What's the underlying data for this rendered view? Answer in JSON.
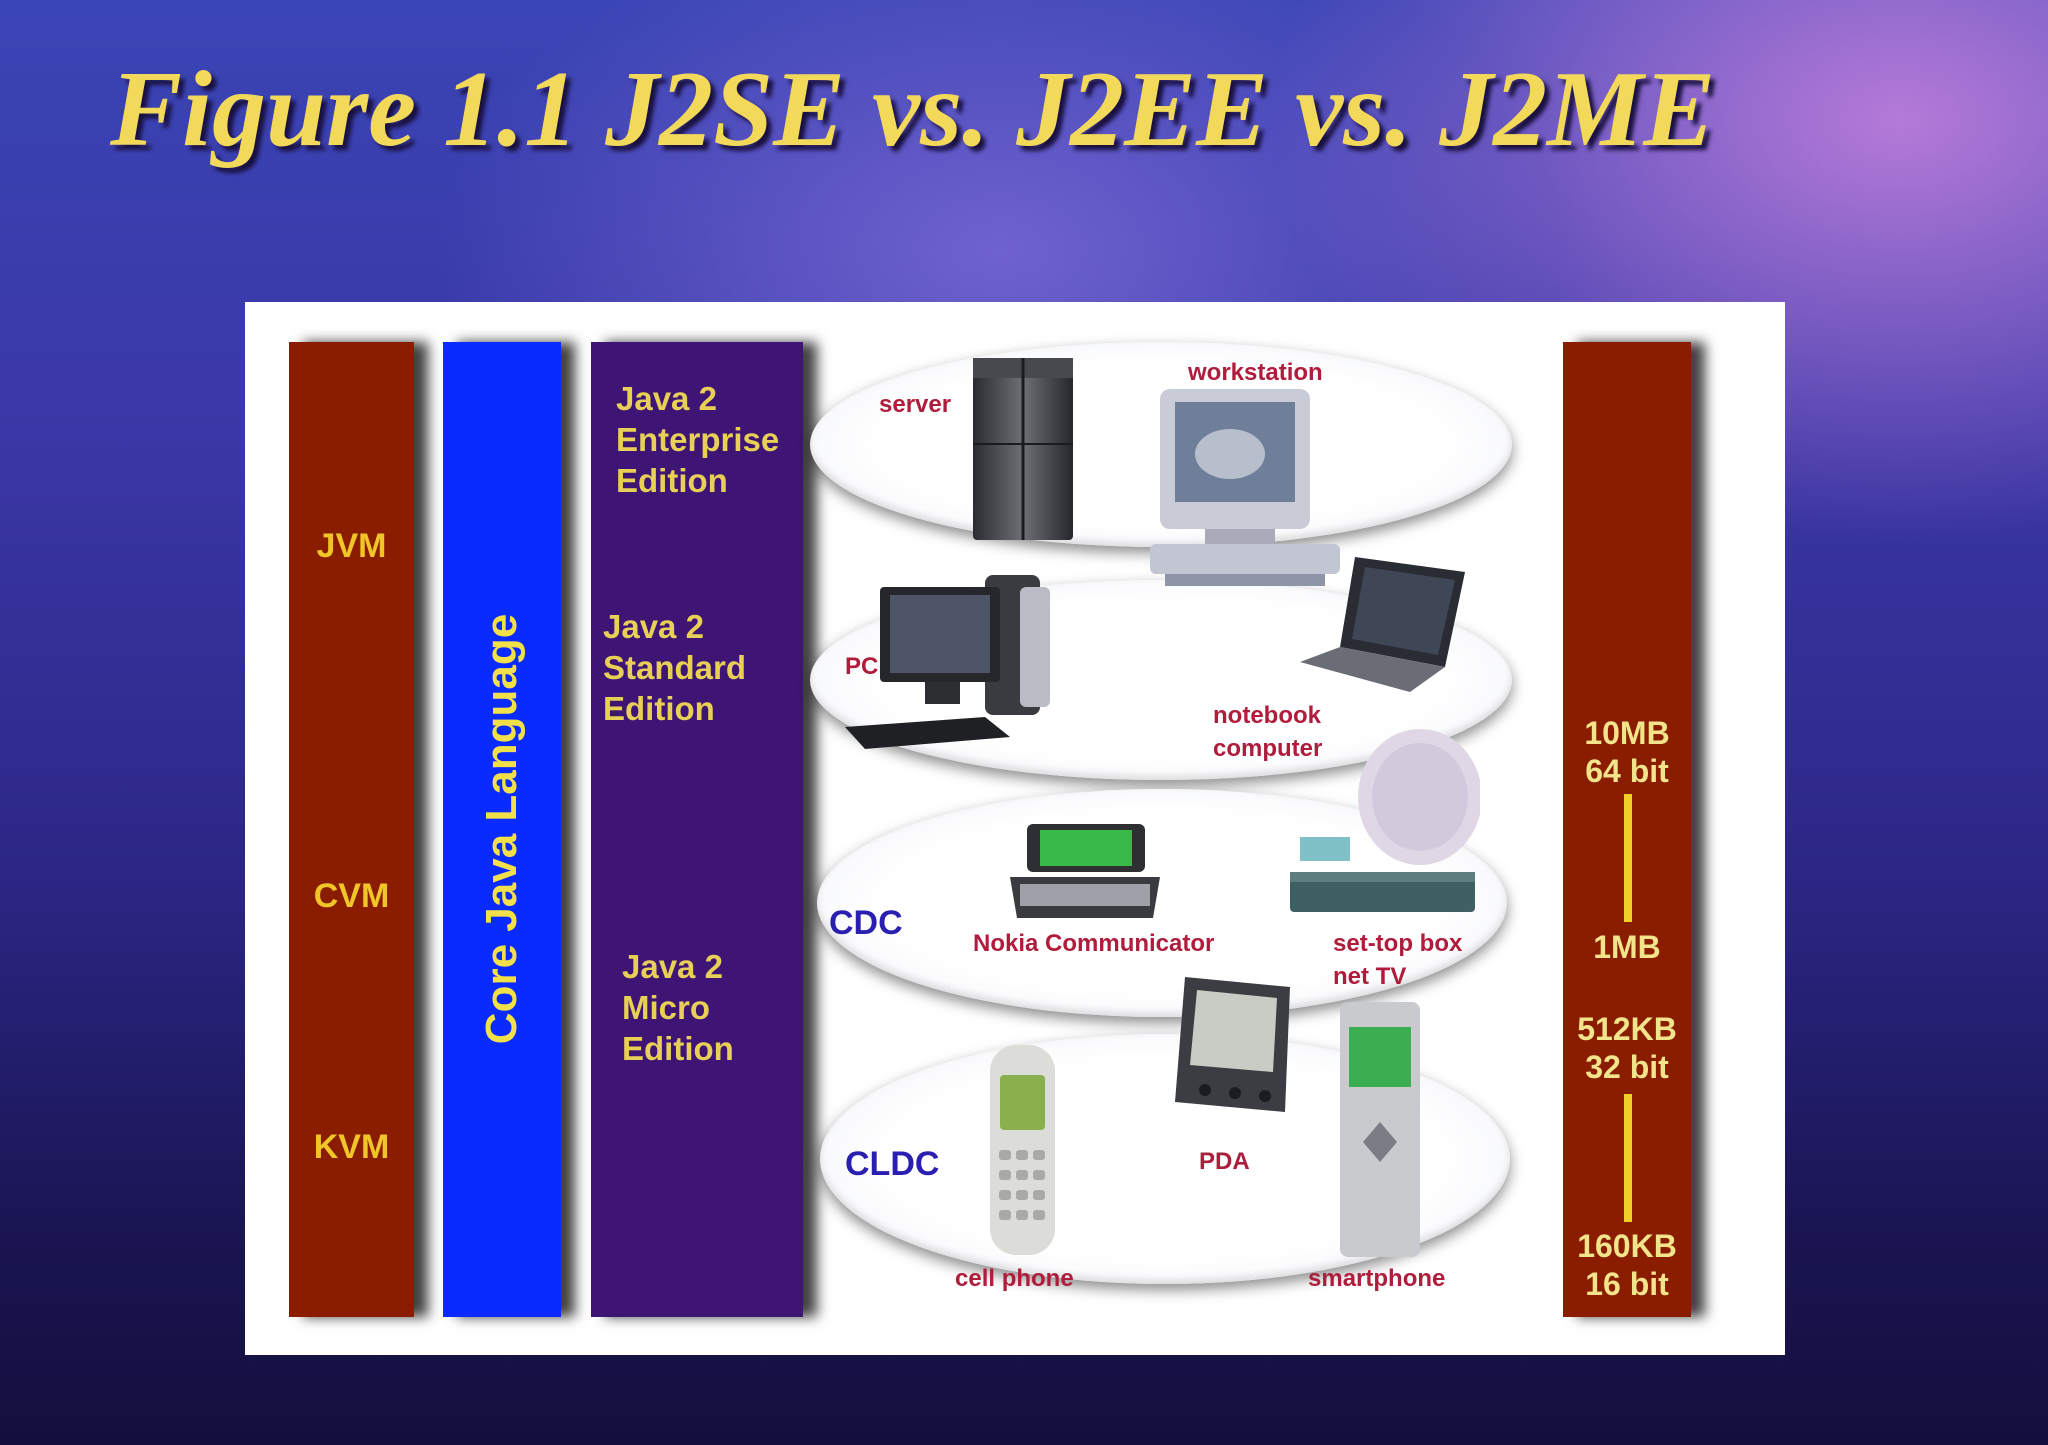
{
  "title": "Figure 1.1 J2SE vs. J2EE vs. J2ME",
  "vm_labels": [
    "JVM",
    "CVM",
    "KVM"
  ],
  "core_language": "Core Java Language",
  "editions": [
    "Java 2\nEnterprise\nEdition",
    "Java 2\nStandard\nEdition",
    "Java 2\nMicro\nEdition"
  ],
  "profiles": [
    "CDC",
    "CLDC"
  ],
  "devices": {
    "server": "server",
    "workstation": "workstation",
    "pc": "PC",
    "notebook": "notebook\ncomputer",
    "nokia": "Nokia Communicator",
    "settop": "set-top box\nnet TV",
    "pda": "PDA",
    "cellphone": "cell phone",
    "smartphone": "smartphone"
  },
  "memory": {
    "m10": "10MB\n64 bit",
    "m1": "1MB",
    "m512": "512KB\n32 bit",
    "m160": "160KB\n16 bit"
  },
  "colors": {
    "title": "#f3d95a",
    "vm_bar": "#8a1c00",
    "core_bar": "#0a2bff",
    "edition_bar": "#3e1575",
    "device_label": "#b01c3c",
    "profile_label": "#2a1fb0",
    "memory_line": "#f0cf28"
  }
}
